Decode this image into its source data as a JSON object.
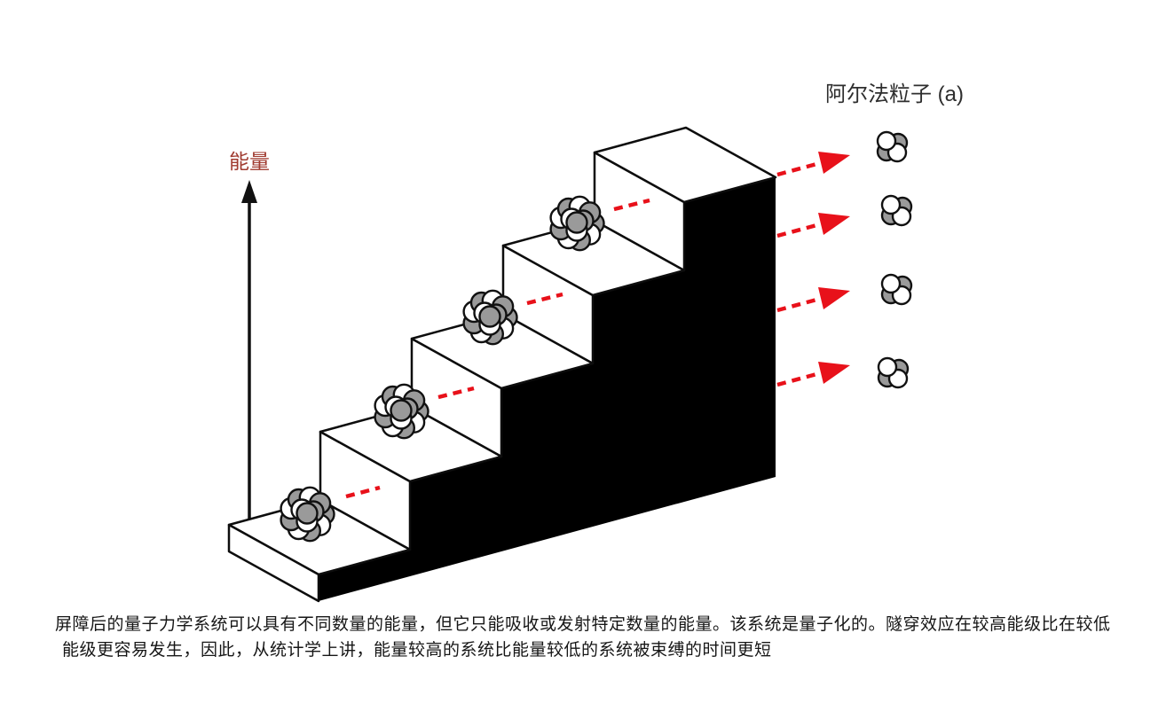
{
  "diagram": {
    "alpha_label": "阿尔法粒子 (a)",
    "energy_label": "能量",
    "num_energy_levels": 5,
    "num_nuclei": 4,
    "num_alpha_particles": 4,
    "num_tunnel_arrows": 4,
    "colors": {
      "barrier": "#000000",
      "tunnel_arrow": "#e8111a",
      "energy_label_text": "#a03b30",
      "nucleus_grey": "#9a9a9a",
      "nucleus_white": "#ffffff",
      "outline": "#111111",
      "caption_text": "#161616"
    }
  },
  "caption": {
    "line1": "屏障后的量子力学系统可以具有不同数量的能量，但它只能吸收或发射特定数量的能量。该系统是量子化的。隧穿效应在较高能级比在较低",
    "line2": "能级更容易发生，因此，从统计学上讲，能量较高的系统比能量较低的系统被束缚的时间更短"
  }
}
